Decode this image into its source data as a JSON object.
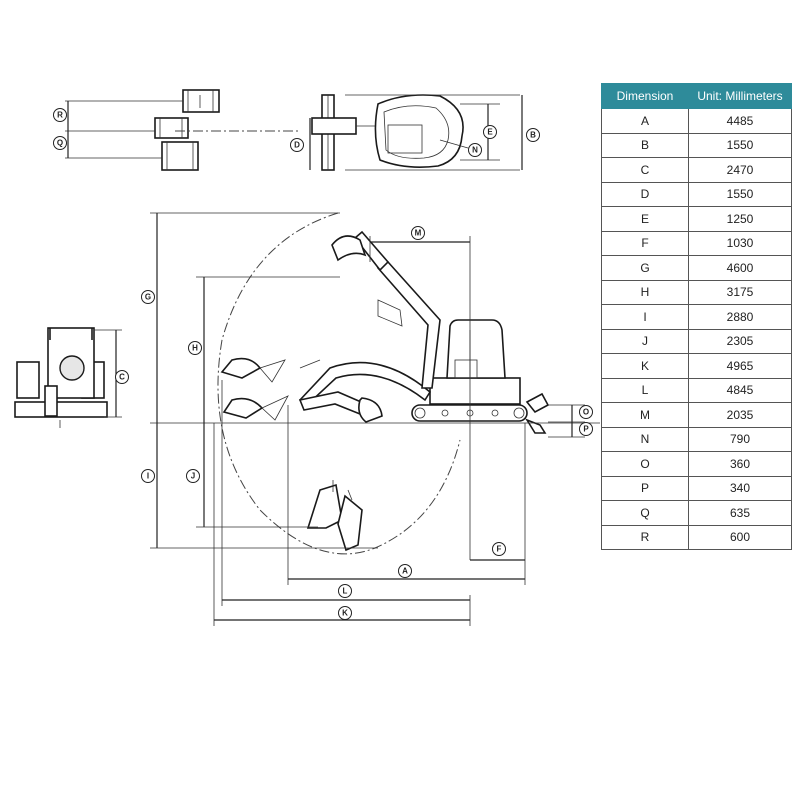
{
  "table": {
    "headers": [
      "Dimension",
      "Unit: Millimeters"
    ],
    "rows": [
      {
        "dim": "A",
        "value": "4485"
      },
      {
        "dim": "B",
        "value": "1550"
      },
      {
        "dim": "C",
        "value": "2470"
      },
      {
        "dim": "D",
        "value": "1550"
      },
      {
        "dim": "E",
        "value": "1250"
      },
      {
        "dim": "F",
        "value": "1030"
      },
      {
        "dim": "G",
        "value": "4600"
      },
      {
        "dim": "H",
        "value": "3175"
      },
      {
        "dim": "I",
        "value": "2880"
      },
      {
        "dim": "J",
        "value": "2305"
      },
      {
        "dim": "K",
        "value": "4965"
      },
      {
        "dim": "L",
        "value": "4845"
      },
      {
        "dim": "M",
        "value": "2035"
      },
      {
        "dim": "N",
        "value": "790"
      },
      {
        "dim": "O",
        "value": "360"
      },
      {
        "dim": "P",
        "value": "340"
      },
      {
        "dim": "Q",
        "value": "635"
      },
      {
        "dim": "R",
        "value": "600"
      }
    ]
  },
  "labels": {
    "A": "A",
    "B": "B",
    "C": "C",
    "D": "D",
    "E": "E",
    "F": "F",
    "G": "G",
    "H": "H",
    "I": "I",
    "J": "J",
    "K": "K",
    "L": "L",
    "M": "M",
    "N": "N",
    "O": "O",
    "P": "P",
    "Q": "Q",
    "R": "R"
  }
}
